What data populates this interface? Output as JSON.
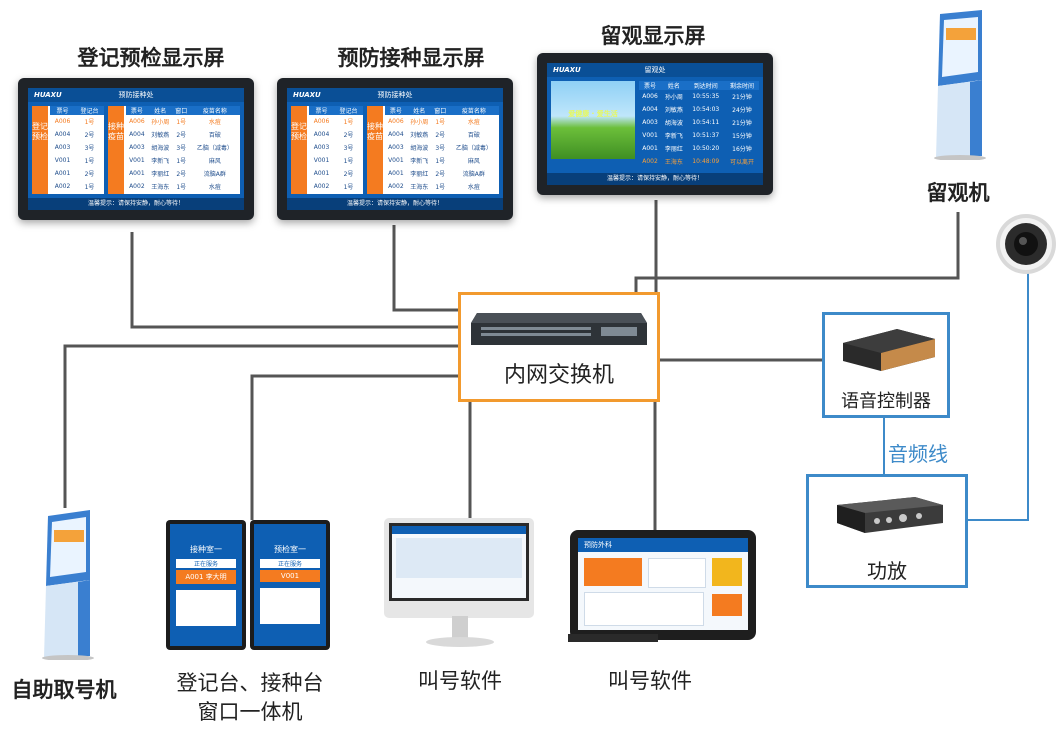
{
  "labels": {
    "screen1": "登记预检显示屏",
    "screen2": "预防接种显示屏",
    "screen3": "留观显示屏",
    "kiosk_observe": "留观机",
    "switch": "内网交换机",
    "voice_controller": "语音控制器",
    "audio_line": "音频线",
    "amplifier": "功放",
    "self_kiosk": "自助取号机",
    "window_terminal_line1": "登记台、接种台",
    "window_terminal_line2": "窗口一体机",
    "call_software_1": "叫号软件",
    "call_software_2": "叫号软件"
  },
  "screen1": {
    "logo": "HUAXU",
    "title": "预防接种处",
    "sidebar_left": "登记预检",
    "sidebar_right": "接种疫苗",
    "left_headers": [
      "票号",
      "登记台"
    ],
    "left_rows": [
      [
        "A006",
        "1号"
      ],
      [
        "A004",
        "2号"
      ],
      [
        "A003",
        "3号"
      ],
      [
        "V001",
        "1号"
      ],
      [
        "A001",
        "2号"
      ],
      [
        "A002",
        "1号"
      ]
    ],
    "right_headers": [
      "票号",
      "姓名",
      "窗口",
      "疫苗名称"
    ],
    "right_rows": [
      [
        "A006",
        "孙小周",
        "1号",
        "水痘"
      ],
      [
        "A004",
        "刘敏燕",
        "2号",
        "百破"
      ],
      [
        "A003",
        "胡海波",
        "3号",
        "乙脑（减毒）"
      ],
      [
        "V001",
        "李新飞",
        "1号",
        "麻风"
      ],
      [
        "A001",
        "李丽红",
        "2号",
        "流脑A群"
      ],
      [
        "A002",
        "王海东",
        "1号",
        "水痘"
      ]
    ],
    "footer": "温馨提示：请保持安静，耐心等待！"
  },
  "screen3": {
    "logo": "HUAXU",
    "title": "留观处",
    "banner": "爱健康 · 爱生活",
    "headers": [
      "票号",
      "姓名",
      "到达时间",
      "剩余时间"
    ],
    "rows": [
      [
        "A006",
        "孙小周",
        "10:55:35",
        "21分钟"
      ],
      [
        "A004",
        "刘敏燕",
        "10:54:03",
        "24分钟"
      ],
      [
        "A003",
        "胡海波",
        "10:54:11",
        "21分钟"
      ],
      [
        "V001",
        "李新飞",
        "10:51:37",
        "15分钟"
      ],
      [
        "A001",
        "李丽红",
        "10:50:20",
        "16分钟"
      ],
      [
        "A002",
        "王海东",
        "10:48:09",
        "可以离开"
      ]
    ],
    "footer": "温馨提示：请保持安静，耐心等待！"
  },
  "terminals": {
    "t1_title": "接种室一",
    "t1_status": "正在服务",
    "t1_ticket": "A001 李大明",
    "t2_title": "预检室一",
    "t2_status": "正在服务",
    "t2_ticket": "V001"
  },
  "tablet": {
    "header": "预防外科"
  },
  "colors": {
    "wire": "#555555",
    "switch_border": "#f29a2e",
    "device_border": "#3d8ac9",
    "audio_line": "#3d8ac9",
    "screen_blue": "#0e5fb3",
    "accent_orange": "#f47b20"
  }
}
